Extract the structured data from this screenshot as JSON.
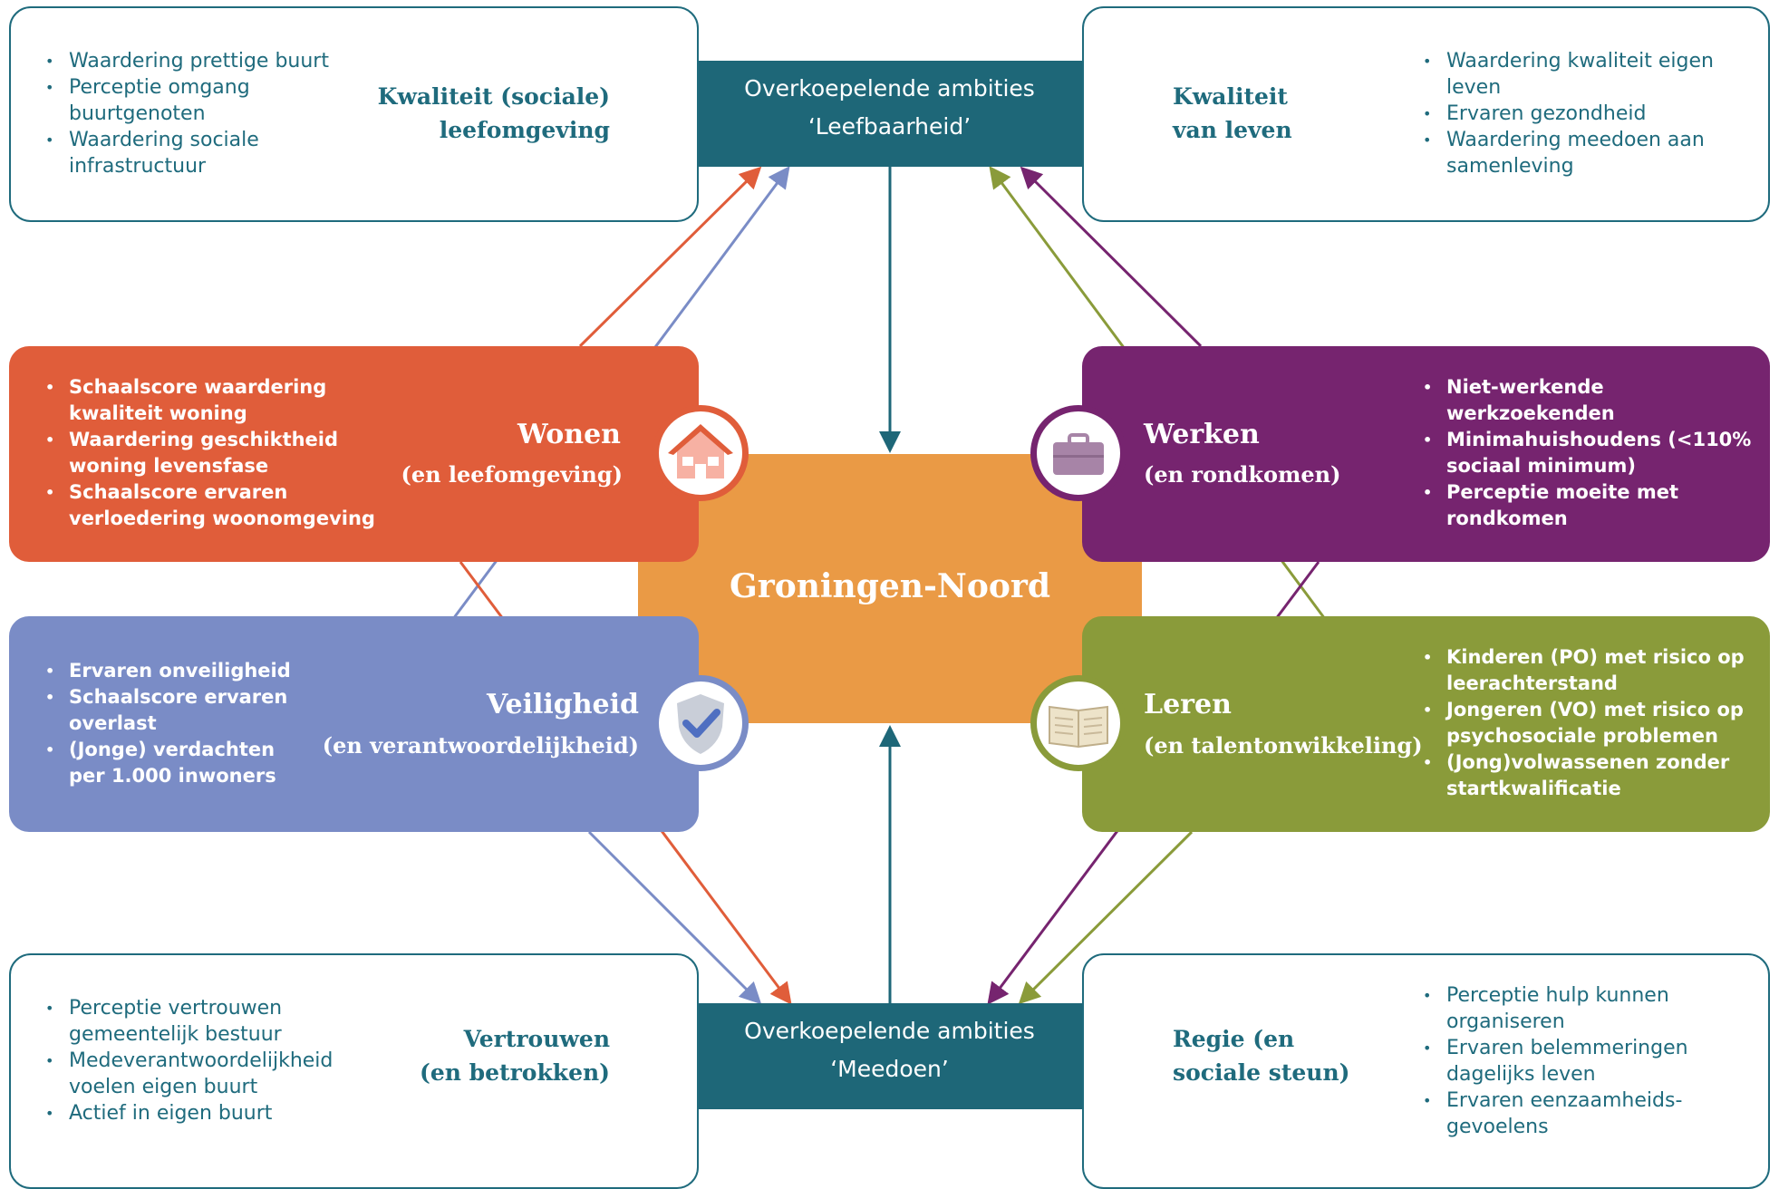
{
  "center": {
    "title": "Groningen-Noord"
  },
  "ambitions": {
    "top": {
      "line1": "Overkoepelende ambities",
      "line2": "‘Leefbaarheid’"
    },
    "bottom": {
      "line1": "Overkoepelende ambities",
      "line2": "‘Meedoen’"
    }
  },
  "outline_boxes": {
    "top_left": {
      "title1": "Kwaliteit (sociale)",
      "title2": "leefomgeving",
      "items": [
        "Waardering prettige buurt",
        "Perceptie omgang",
        "buurtgenoten",
        "Waardering sociale",
        "infrastructuur"
      ]
    },
    "top_right": {
      "title1": "Kwaliteit",
      "title2": "van leven",
      "items": [
        "Waardering kwaliteit eigen",
        "leven",
        "Ervaren gezondheid",
        "Waardering meedoen aan",
        "samenleving"
      ]
    },
    "bottom_left": {
      "title1": "Vertrouwen",
      "title2": "(en betrokken)",
      "items": [
        "Perceptie vertrouwen",
        "gemeentelijk bestuur",
        "Medeverantwoordelijkheid",
        "voelen eigen buurt",
        "Actief in eigen buurt"
      ]
    },
    "bottom_right": {
      "title1": "Regie (en",
      "title2": "sociale steun)",
      "items": [
        "Perceptie hulp kunnen",
        "organiseren",
        "Ervaren belemmeringen",
        "dagelijks leven",
        "Ervaren eenzaamheids-",
        "gevoelens"
      ]
    }
  },
  "colored_boxes": {
    "wonen": {
      "title": "Wonen",
      "subtitle": "(en leefomgeving)",
      "color": "#e05d3a",
      "icon": "house-icon",
      "items": [
        "Schaalscore waardering",
        "kwaliteit woning",
        "Waardering geschiktheid",
        "woning levensfase",
        "Schaalscore ervaren",
        "verloedering woonomgeving"
      ]
    },
    "werken": {
      "title": "Werken",
      "subtitle": "(en rondkomen)",
      "color": "#76246f",
      "icon": "briefcase-icon",
      "items": [
        "Niet-werkende",
        "werkzoekenden",
        "Minimahuishoudens (<110%",
        "sociaal minimum)",
        "Perceptie moeite met",
        "rondkomen"
      ]
    },
    "veiligheid": {
      "title": "Veiligheid",
      "subtitle": "(en verantwoordelijkheid)",
      "color": "#7a8cc6",
      "icon": "shield-check-icon",
      "items": [
        "Ervaren onveiligheid",
        "Schaalscore ervaren",
        "overlast",
        "(Jonge) verdachten",
        "per 1.000 inwoners"
      ]
    },
    "leren": {
      "title": "Leren",
      "subtitle": "(en talentonwikkeling)",
      "color": "#8a9b3a",
      "icon": "book-icon",
      "items": [
        "Kinderen (PO) met risico op",
        "leerachterstand",
        "Jongeren (VO) met risico op",
        "psychosociale problemen",
        "(Jong)volwassenen zonder",
        "startkwalificatie"
      ]
    }
  }
}
